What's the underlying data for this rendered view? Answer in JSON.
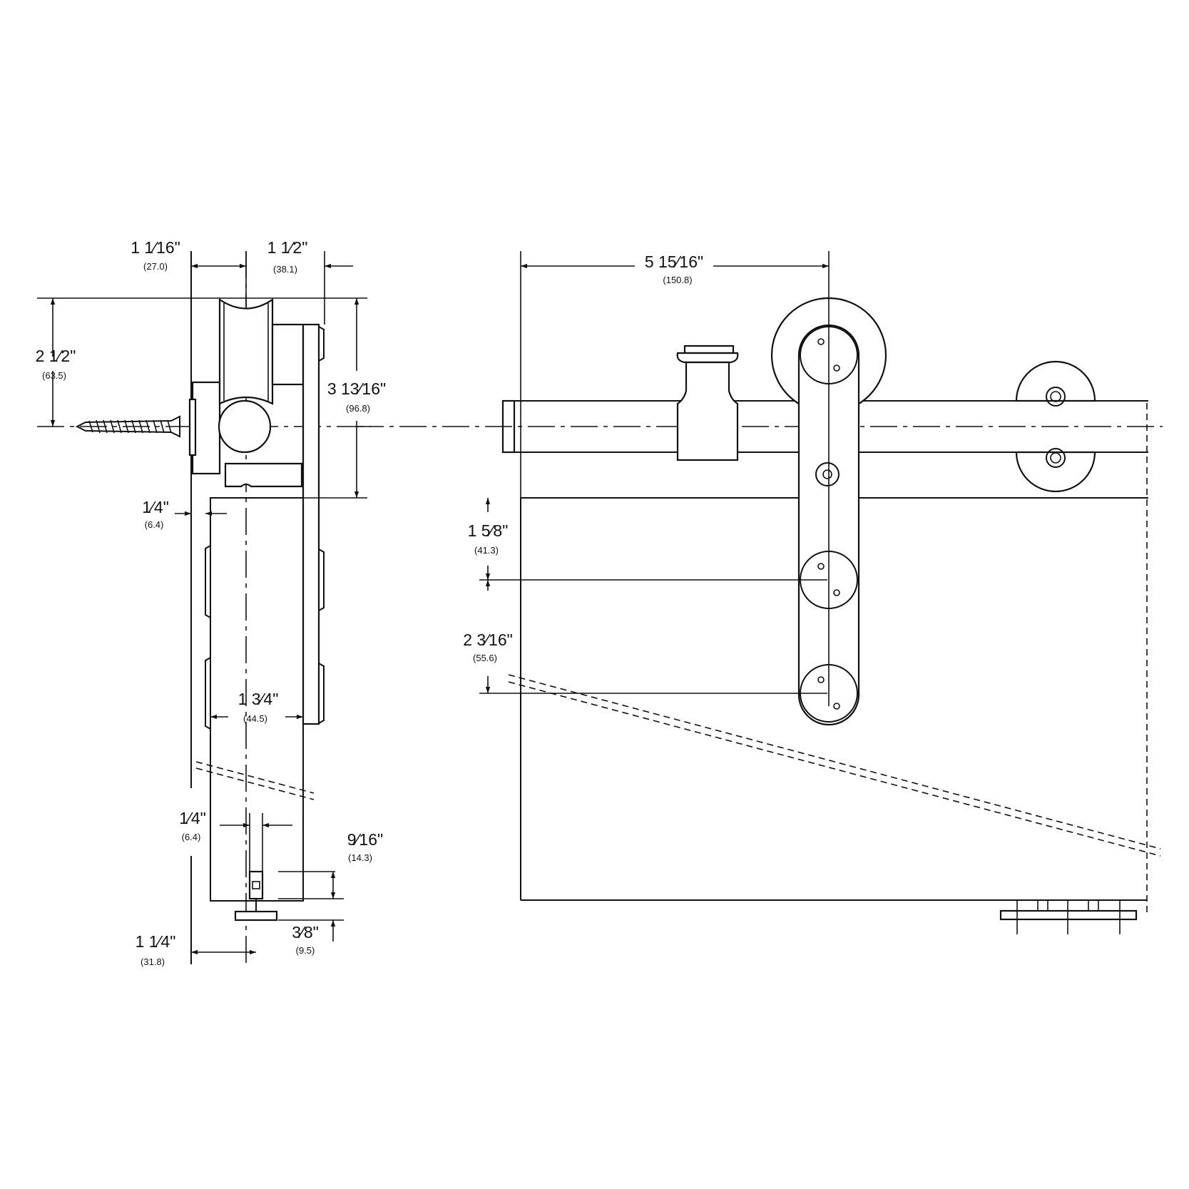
{
  "dimensions": {
    "d_1_1_16": {
      "inch": "1 1⁄16\"",
      "mm": "(27.0)"
    },
    "d_1_1_2": {
      "inch": "1 1⁄2\"",
      "mm": "(38.1)"
    },
    "d_2_1_2": {
      "inch": "2 1⁄2\"",
      "mm": "(63.5)"
    },
    "d_3_13_16": {
      "inch": "3 13⁄16\"",
      "mm": "(96.8)"
    },
    "d_1_4_top": {
      "inch": "1⁄4\"",
      "mm": "(6.4)"
    },
    "d_1_3_4": {
      "inch": "1 3⁄4\"",
      "mm": "(44.5)"
    },
    "d_1_4_bottom": {
      "inch": "1⁄4\"",
      "mm": "(6.4)"
    },
    "d_9_16": {
      "inch": "9⁄16\"",
      "mm": "(14.3)"
    },
    "d_3_8": {
      "inch": "3⁄8\"",
      "mm": "(9.5)"
    },
    "d_1_1_4": {
      "inch": "1 1⁄4\"",
      "mm": "(31.8)"
    },
    "d_5_15_16": {
      "inch": "5 15⁄16\"",
      "mm": "(150.8)"
    },
    "d_1_5_8": {
      "inch": "1 5⁄8\"",
      "mm": "(41.3)"
    },
    "d_2_3_16": {
      "inch": "2 3⁄16\"",
      "mm": "(55.6)"
    }
  }
}
